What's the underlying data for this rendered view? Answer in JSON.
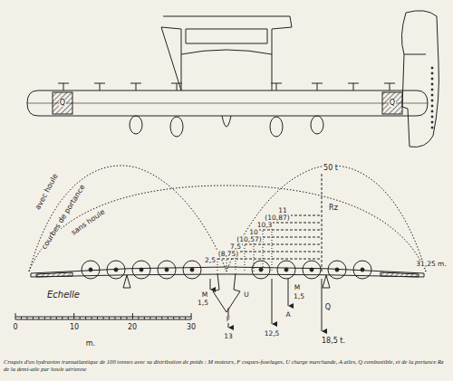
{
  "diagram": {
    "caption": "Croquis d'un hydravion transatlantique de 100 tonnes avec sa distribution de poids : M moteurs, F coques-fuselages, U charge marchande, A ailes, Q combustible, et de la portance Rz de la demi-aile par houle aérienne",
    "labels": [
      "50 t",
      "Rz",
      "avec houle",
      "courbes de portance",
      "sans houle",
      "11",
      "(10,87)",
      "10,3",
      "10",
      "(10,57)",
      "7,5",
      "(8,75)",
      "2,5",
      "31,25 m.",
      "M",
      "1,5",
      "U",
      "F",
      "13",
      "A",
      "12,5",
      "M",
      "1,5",
      "Q",
      "18,5 t.",
      "Echelle",
      "0",
      "10",
      "20",
      "30",
      "m.",
      "Q",
      "Q"
    ]
  }
}
